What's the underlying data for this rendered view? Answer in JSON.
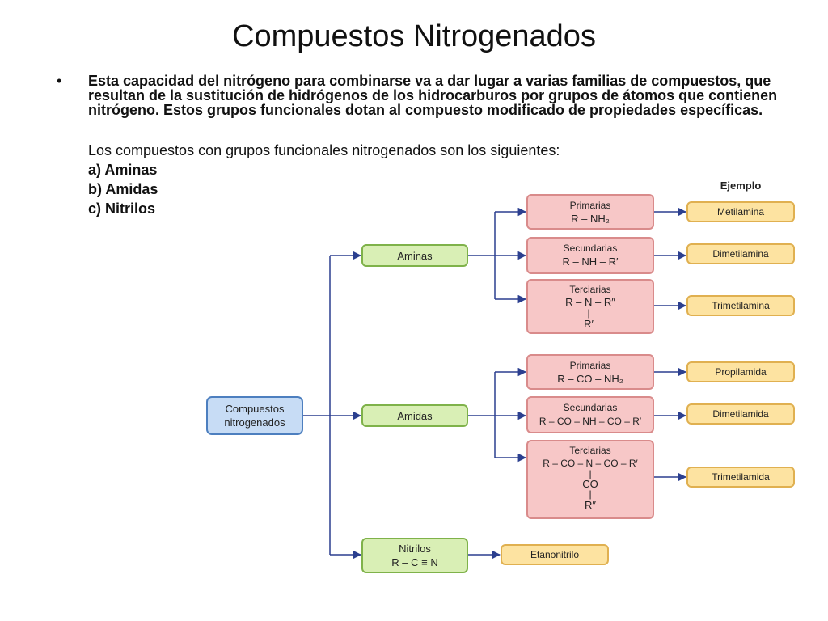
{
  "title": "Compuestos Nitrogenados",
  "bullet": "•",
  "paragraph": "Esta capacidad del nitrógeno para combinarse va a dar lugar a varias familias de compuestos, que resultan de la sustitución de hidrógenos de los hidrocarburos por grupos de átomos que contienen nitrógeno. Estos grupos funcionales dotan al compuesto modificado de propiedades específicas.",
  "intro": "Los compuestos con grupos funcionales nitrogenados son los siguientes:",
  "items": [
    "a) Aminas",
    "b) Amidas",
    "c) Nitrilos"
  ],
  "diagram": {
    "example_header": "Ejemplo",
    "root": [
      "Compuestos",
      "nitrogenados"
    ],
    "families": {
      "aminas": {
        "label": "Aminas",
        "primarias": {
          "name": "Primarias",
          "formula": "R – NH₂",
          "example": "Metilamina"
        },
        "secundarias": {
          "name": "Secundarias",
          "formula": "R – NH – R′",
          "example": "Dimetilamina"
        },
        "terciarias": {
          "name": "Terciarias",
          "formula": "R – N – R″",
          "branch": "|",
          "sub": "R′",
          "example": "Trimetilamina"
        }
      },
      "amidas": {
        "label": "Amidas",
        "primarias": {
          "name": "Primarias",
          "formula": "R – CO – NH₂",
          "example": "Propilamida"
        },
        "secundarias": {
          "name": "Secundarias",
          "formula": "R – CO – NH – CO – R′",
          "example": "Dimetilamida"
        },
        "terciarias": {
          "name": "Terciarias",
          "formula": "R – CO – N – CO – R′",
          "branch": "|",
          "sub1": "CO",
          "branch2": "|",
          "sub2": "R″",
          "example": "Trimetilamida"
        }
      },
      "nitrilos": {
        "label": "Nitrilos",
        "formula": "R – C ≡ N",
        "example": "Etanonitrilo"
      }
    },
    "colors": {
      "root_fill": "#c7dcf5",
      "root_stroke": "#4d7fbf",
      "family_fill": "#d9efb5",
      "family_stroke": "#7fb24a",
      "sub_fill": "#f7c7c7",
      "sub_stroke": "#d98b8b",
      "example_fill": "#fde3a1",
      "example_stroke": "#e0b050",
      "line": "#2b3f8f"
    }
  }
}
